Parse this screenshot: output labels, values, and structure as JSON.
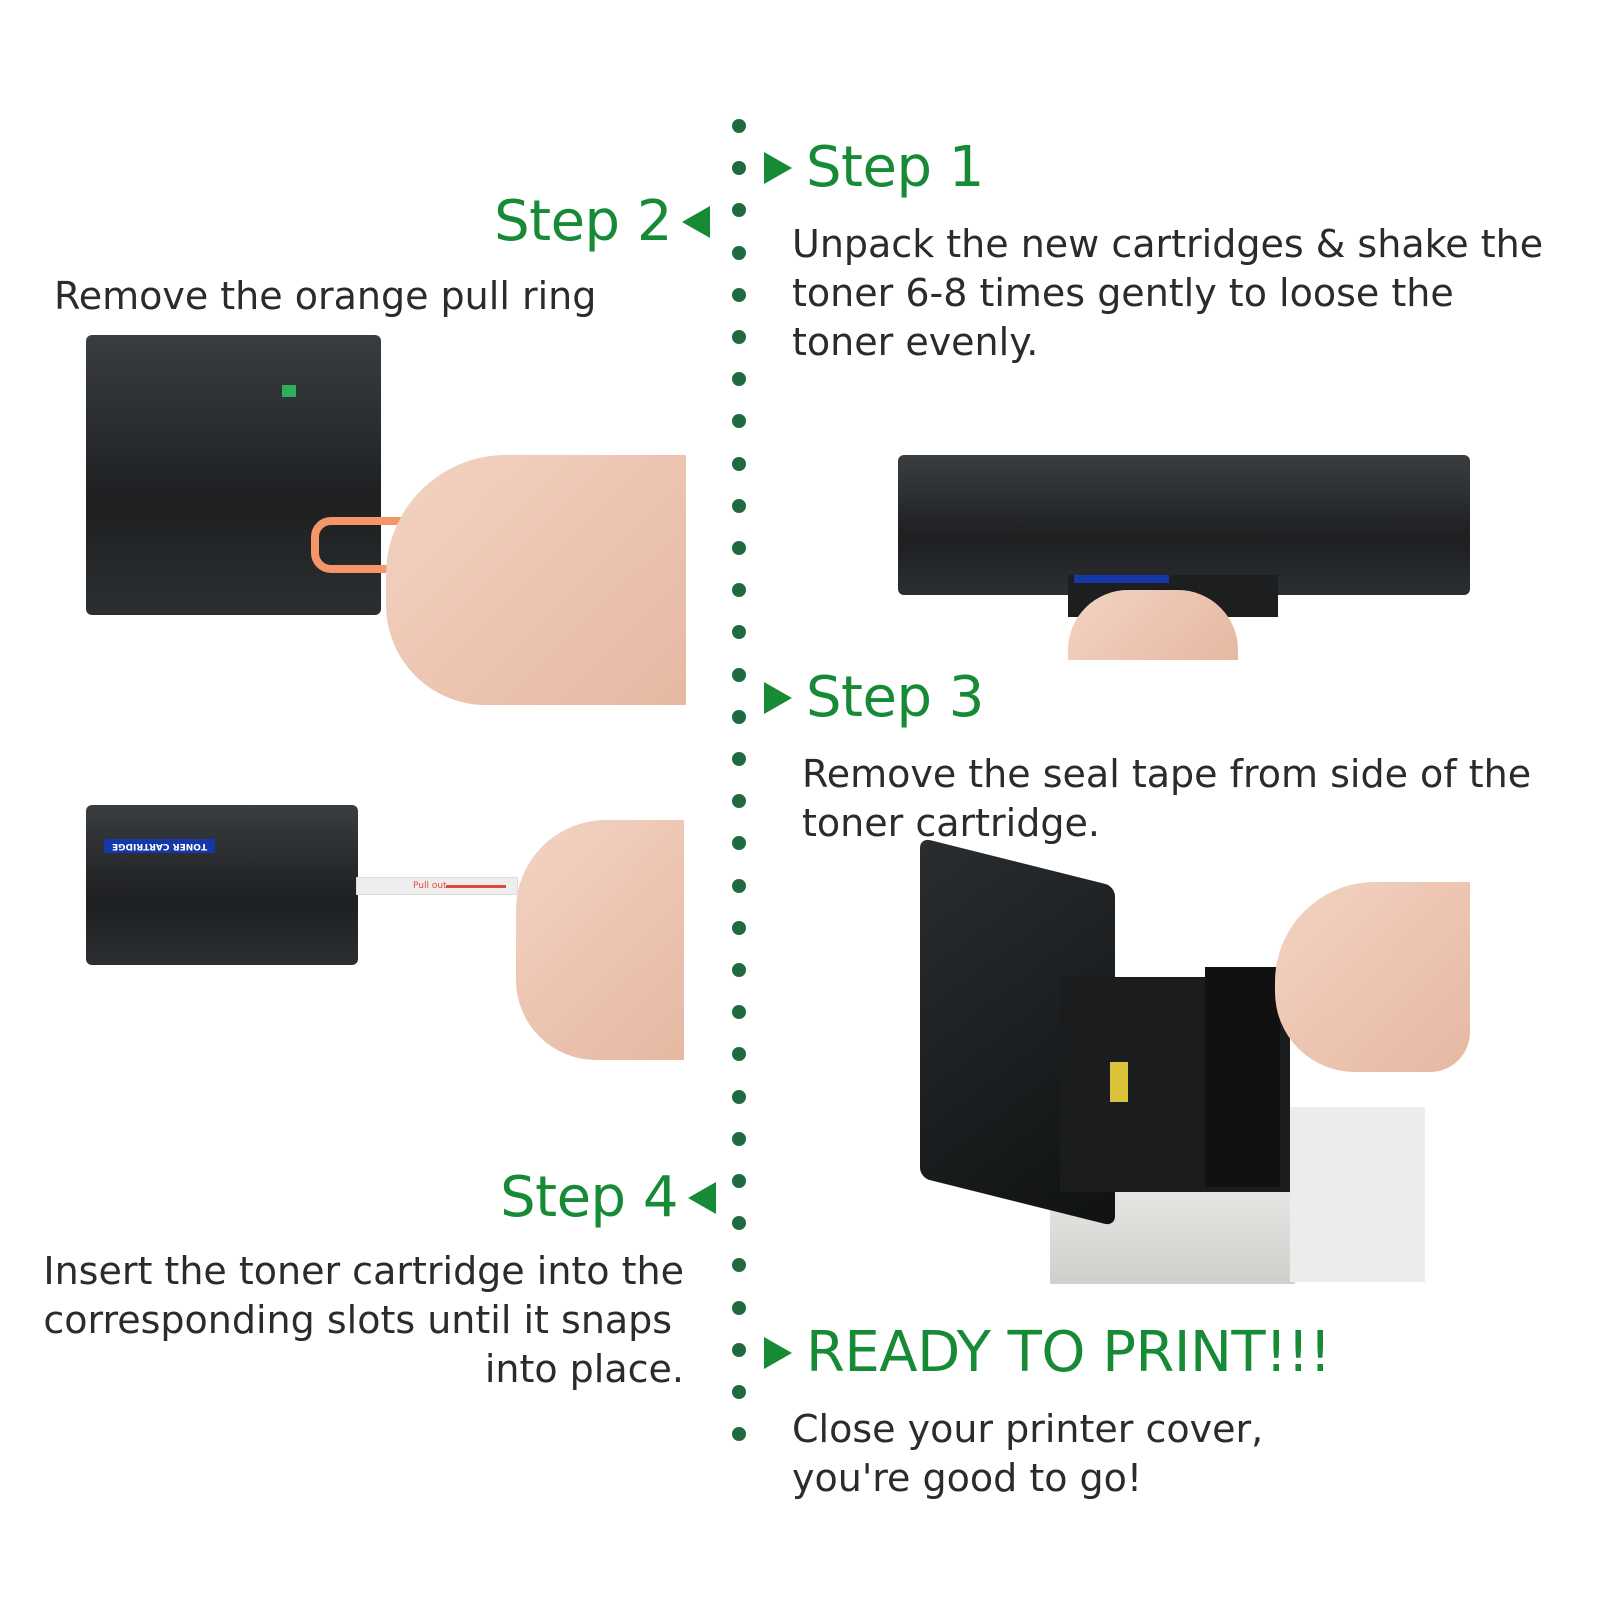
{
  "colors": {
    "accent_green": "#178a36",
    "dot_green": "#1f6b3f",
    "text": "#2b2b2b"
  },
  "steps": {
    "step1": {
      "title": "Step 1",
      "description": [
        "Unpack the new cartridges & shake the",
        "toner 6-8 times gently to loose the",
        "toner evenly."
      ]
    },
    "step2": {
      "title": "Step 2",
      "description": [
        "Remove the orange pull ring"
      ]
    },
    "step3": {
      "title": "Step 3",
      "description": [
        "Remove the seal tape from side of the",
        "toner cartridge."
      ]
    },
    "step4": {
      "title": "Step 4",
      "description": [
        "Insert the toner cartridge into the",
        "corresponding slots until it snaps",
        "into place."
      ]
    },
    "ready": {
      "title": "READY TO PRINT!!!",
      "description": [
        "Close your printer cover,",
        "you're good to go!"
      ]
    }
  },
  "photos": {
    "step2_photo": {
      "content": "cartridge-with-orange-pull-ring-and-hand"
    },
    "step2b_photo": {
      "content": "cartridge-seal-tape-pulled-by-hand",
      "cartridge_label": "TONER CARTRIDGE",
      "tape_label": "Pull out"
    },
    "step1_photo": {
      "content": "toner-cartridge-held-in-hand"
    },
    "step3_photo": {
      "content": "open-printer-inserting-cartridge"
    }
  },
  "icons": {
    "right_marker": "triangle-right-icon",
    "left_marker": "triangle-left-icon",
    "timeline": "dotted-timeline"
  }
}
